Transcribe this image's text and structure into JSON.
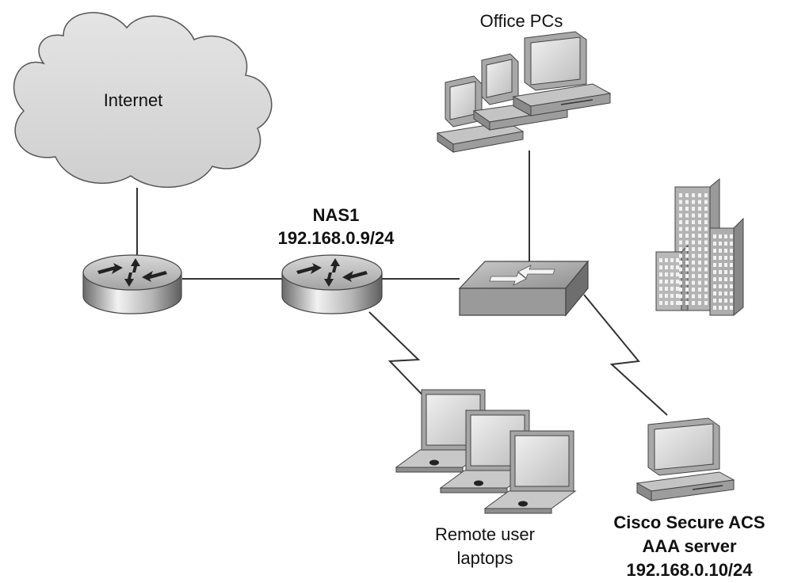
{
  "diagram": {
    "internet_label": "Internet",
    "office_pcs_label": "Office PCs",
    "nas_name": "NAS1",
    "nas_ip": "192.168.0.9/24",
    "laptops_label_line1": "Remote user",
    "laptops_label_line2": "laptops",
    "acs_line1": "Cisco Secure ACS",
    "acs_line2": "AAA server",
    "acs_line3": "192.168.0.10/24"
  }
}
